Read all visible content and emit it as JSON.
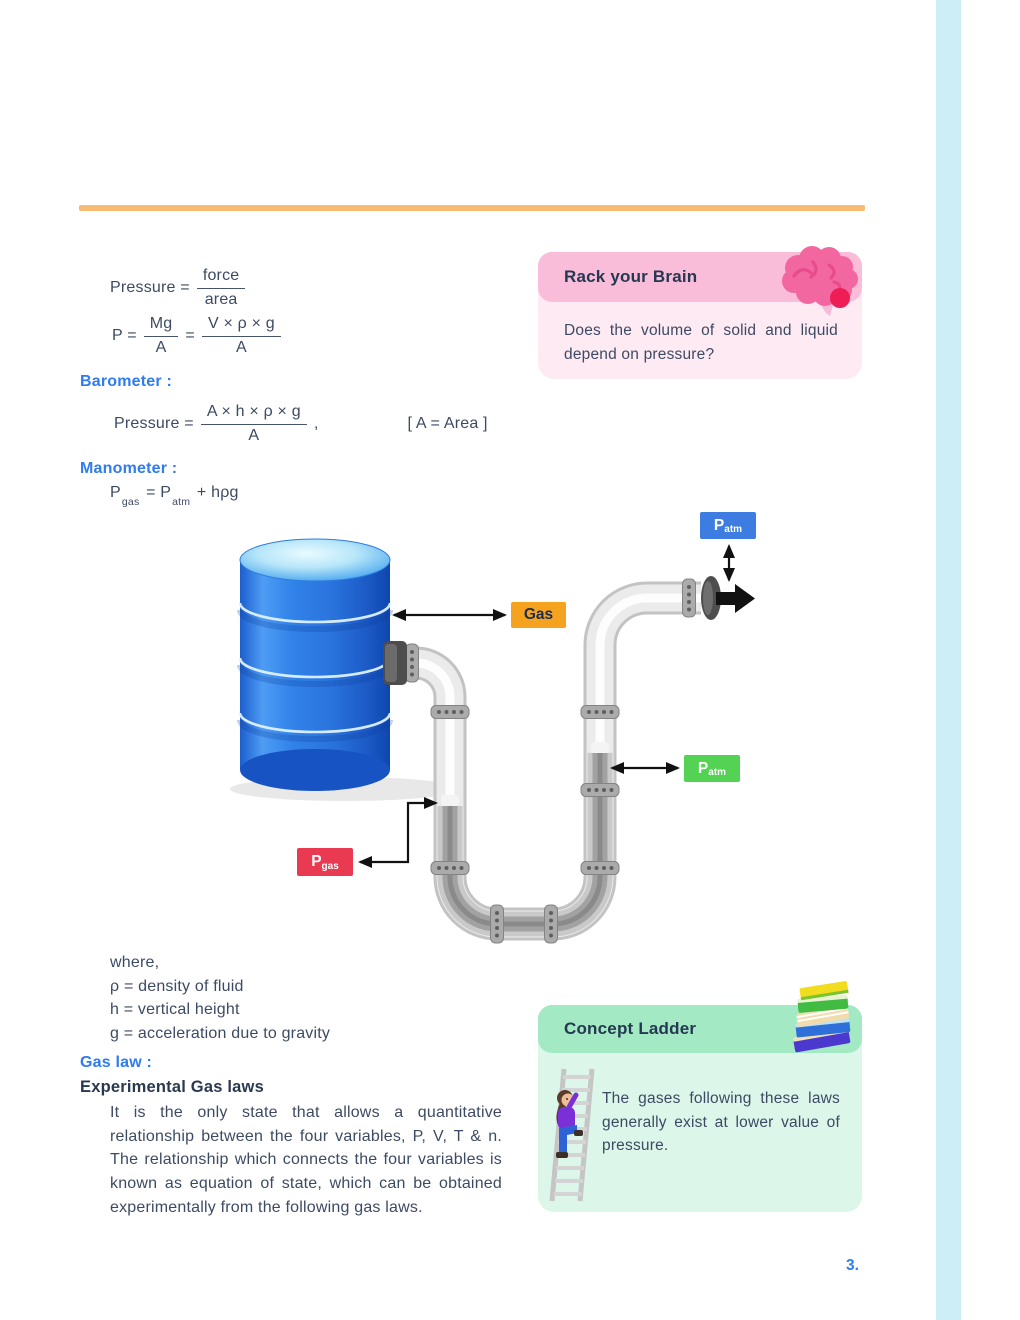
{
  "page": {
    "number": "3.",
    "accent_bar_color": "#f8bc74",
    "side_strip_color": "#cdeef6"
  },
  "formulas": {
    "pressure": {
      "lhs": "Pressure =",
      "num": "force",
      "den": "area"
    },
    "pressure2": {
      "lhs": "P =",
      "num1": "Mg",
      "den1": "A",
      "eq2": "=",
      "num2": "V × ρ × g",
      "den2": "A"
    },
    "barometer": {
      "heading": "Barometer :",
      "lhs": "Pressure =",
      "num": "A × h × ρ × g",
      "den": "A",
      "comma": ",",
      "note": "[ A = Area ]"
    },
    "manometer": {
      "heading": "Manometer :",
      "p1": "P",
      "sub1": "gas",
      "eq": "= ",
      "p2": "P",
      "sub2": "atm",
      "tail": "+ hρg"
    }
  },
  "rack_your_brain": {
    "title": "Rack your Brain",
    "body": "Does the volume of solid and liquid depend on pressure?",
    "header_color": "#f9bcd9",
    "body_color": "#fdeaf3",
    "icon": "brain-icon",
    "icon_colors": {
      "main": "#f2679f",
      "ridge": "#e84b8c",
      "cerebellum": "#ee1d55",
      "stem": "#f4bcd8"
    }
  },
  "diagram": {
    "gas_label": "Gas",
    "gas_label_color": "#f5a31e",
    "patm_top": {
      "main": "P",
      "sub": "atm",
      "color": "#3d7de2"
    },
    "patm_right": {
      "main": "P",
      "sub": "atm",
      "color": "#54d254"
    },
    "pgas": {
      "main": "P",
      "sub": "gas",
      "color": "#e93a52"
    },
    "tank_color": "#2e7ce6",
    "pipe_color": "#ebebeb",
    "fluid_color": "#a2a2a2"
  },
  "where_block": {
    "intro": "where,",
    "lines": [
      "ρ = density of fluid",
      "h = vertical height",
      "g = acceleration due to gravity"
    ]
  },
  "gas_law": {
    "heading": "Gas law :",
    "subheading": "Experimental Gas laws",
    "paragraph": "It is the only state that allows a quantitative relationship between the four variables, P, V, T & n. The relationship which connects the four variables is known as equation of state, which can be obtained experimentally from the following gas laws."
  },
  "concept_ladder": {
    "title": "Concept Ladder",
    "body": "The gases following these laws generally exist at lower value of pressure.",
    "header_color": "#a3e9c4",
    "body_color": "#dcf6ea",
    "icons": [
      "books-icon",
      "ladder-climber-icon"
    ]
  }
}
